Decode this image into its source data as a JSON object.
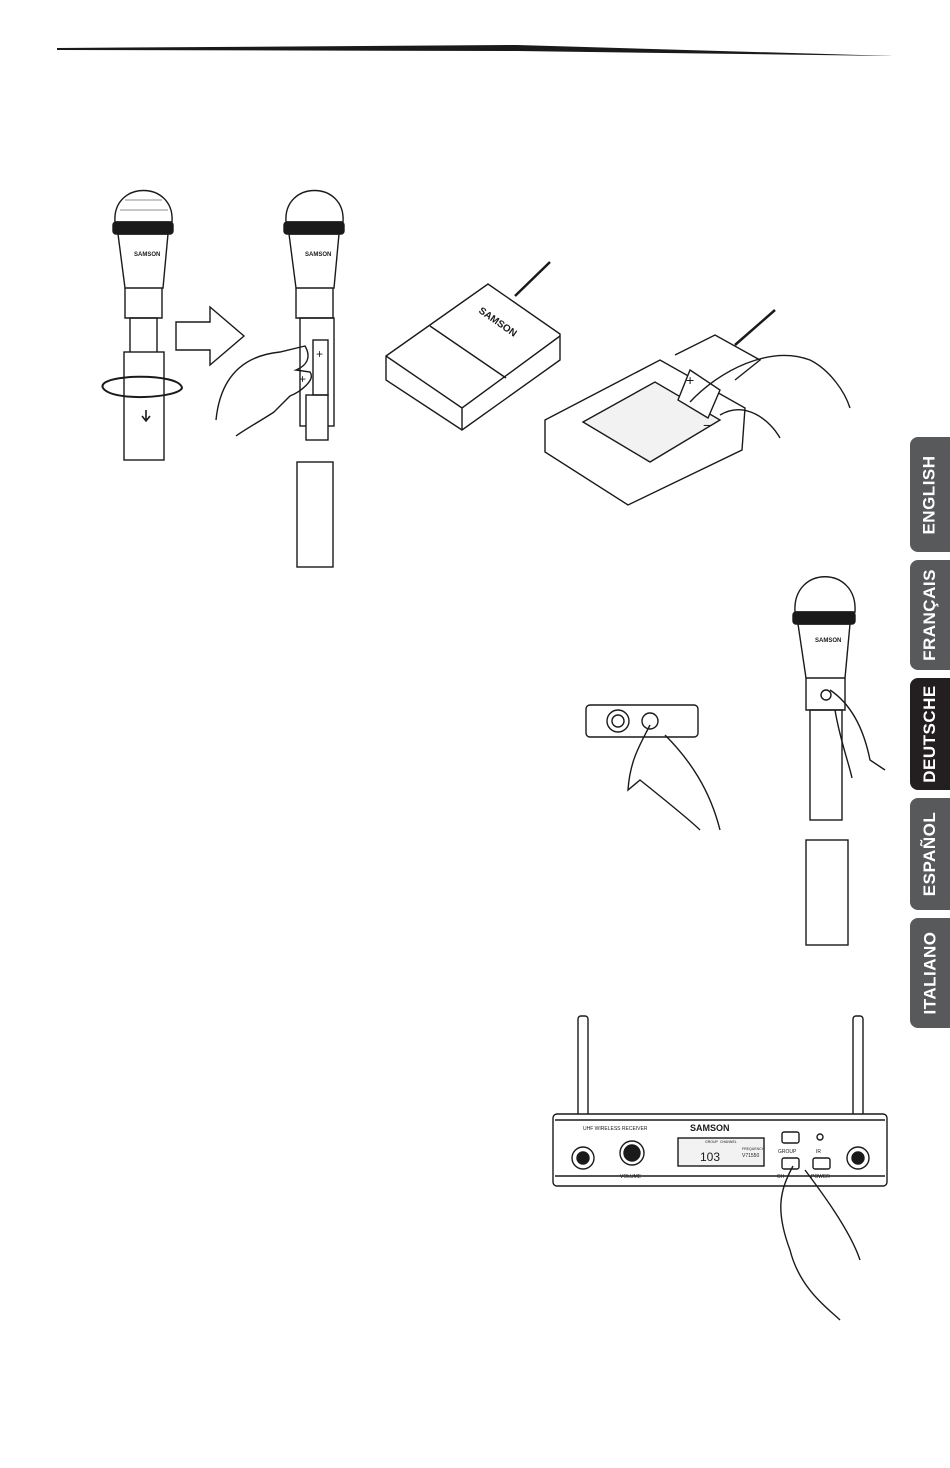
{
  "language_tabs": [
    {
      "label": "ENGLISH",
      "active": false
    },
    {
      "label": "FRANÇAIS",
      "active": false
    },
    {
      "label": "DEUTSCHE",
      "active": true
    },
    {
      "label": "ESPAÑOL",
      "active": false
    },
    {
      "label": "ITALIANO",
      "active": false
    }
  ],
  "illustrations": {
    "handheld": {
      "brand": "SAMSON"
    },
    "bodypack": {
      "brand": "SAMSON"
    },
    "receiver": {
      "brand": "SAMSON",
      "model_line": "UHF WIRELESS RECEIVER",
      "volume_label": "VOLUME",
      "group_label": "GROUP",
      "channel_label": "CH",
      "ir_label": "IR",
      "power_label": "POWER",
      "display_channel": "103",
      "display_frequency": "V71550",
      "display_frequency_label": "FREQUENCY",
      "display_group_label": "GROUP",
      "display_channel_label": "CHANNEL"
    }
  }
}
